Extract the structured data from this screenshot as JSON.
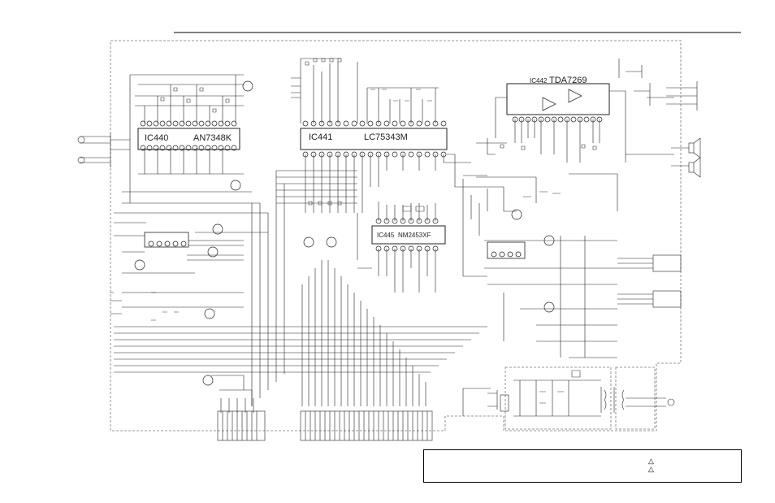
{
  "ics": [
    {
      "id": "ic440",
      "name": "IC440",
      "part": "AN7348K"
    },
    {
      "id": "ic441",
      "name": "IC441",
      "part": "LC75343M"
    },
    {
      "id": "ic442",
      "name": "IC442",
      "part": "TDA7269"
    },
    {
      "id": "ic445",
      "name": "IC445",
      "part": "NM2453XF"
    }
  ],
  "note": {
    "marks": [
      "△",
      "△"
    ]
  }
}
